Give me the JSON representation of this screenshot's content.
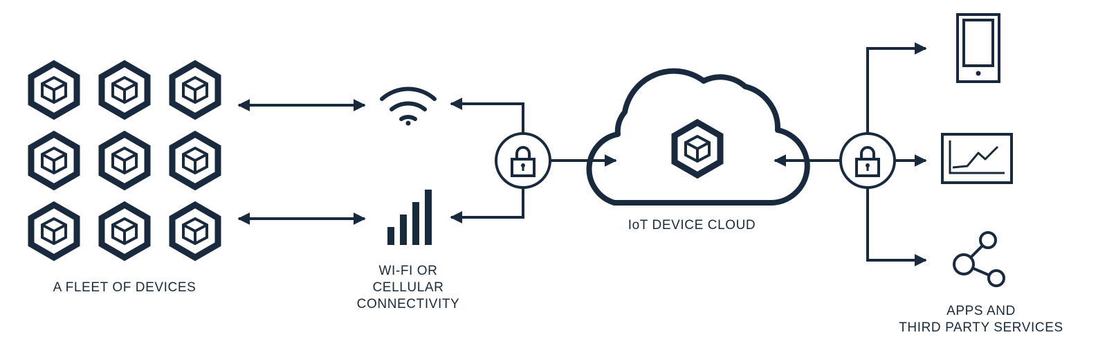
{
  "colors": {
    "ink": "#1a2a3e",
    "background": "#ffffff"
  },
  "labels": {
    "fleet": "A FLEET OF DEVICES",
    "connectivity": [
      "WI-FI OR",
      "CELLULAR",
      "CONNECTIVITY"
    ],
    "cloud": "IoT DEVICE CLOUD",
    "apps": [
      "APPS AND",
      "THIRD PARTY SERVICES"
    ]
  },
  "icons": {
    "devices": "cube-icon",
    "wifi": "wifi-icon",
    "cellular": "cellular-signal-icon",
    "security": "lock-icon",
    "cloud": "cloud-icon",
    "mobile": "mobile-phone-icon",
    "analytics": "line-chart-icon",
    "sharing": "share-icon"
  },
  "device_count": 9
}
